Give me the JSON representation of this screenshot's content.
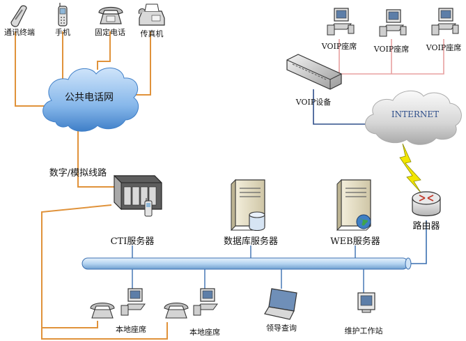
{
  "colors": {
    "orange_line": "#E0923A",
    "pink_line": "#E8A0A0",
    "blue_line": "#2E4E8A",
    "bus_fill": "#BFD9F2",
    "bus_stroke": "#3A6FB0",
    "cloud_blue": "#7FB2E8",
    "cloud_gray": "#CCCCCC",
    "lightning": "#F2E600"
  },
  "devices_top": {
    "comm_terminal": "通讯终端",
    "mobile": "手机",
    "fixed_phone": "固定电话",
    "fax": "传真机"
  },
  "pstn_cloud": "公共电话网",
  "line_type": "数字/模拟线路",
  "voip": {
    "seat_1": "VOIP座席",
    "seat_2": "VOIP座席",
    "seat_3": "VOIP座席",
    "device": "VOIP设备"
  },
  "internet": "INTERNET",
  "router": "路由器",
  "servers": {
    "cti": "CTI服务器",
    "db": "数据库服务器",
    "web": "WEB服务器"
  },
  "lan": {
    "local_seat_1": "本地座席",
    "local_seat_2": "本地座席",
    "leader_query": "领导查询",
    "maintenance": "维护工作站"
  },
  "icons": [
    "phone-icon",
    "mobile-icon",
    "desk-phone-icon",
    "fax-icon",
    "pc-icon",
    "router-icon",
    "server-icon",
    "laptop-icon",
    "switch-icon",
    "cloud-icon"
  ]
}
